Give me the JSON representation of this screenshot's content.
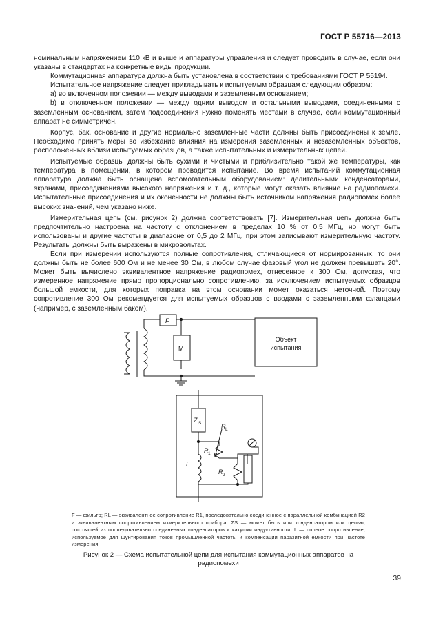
{
  "header": {
    "standard": "ГОСТ Р 55716—2013"
  },
  "paragraphs": [
    {
      "text": "номинальным напряжением 110 кВ и выше и аппаратуры управления и следует проводить в случае, если они указаны в стандартах на конкретные виды продукции.",
      "indent": false
    },
    {
      "text": "Коммутационная аппаратура должна быть установлена в соответствии с требованиями ГОСТ Р 55194.",
      "indent": true
    },
    {
      "text": "Испытательное напряжение следует прикладывать к испытуемым образцам следующим образом:",
      "indent": true
    },
    {
      "text": "а) во включенном положении — между выводами и заземленным основанием;",
      "indent": true
    },
    {
      "text": "b) в отключенном положении — между одним выводом и остальными выводами, соединенными с заземленным основанием, затем подсоединения нужно поменять местами в случае, если коммутационный аппарат не симметричен.",
      "indent": true
    },
    {
      "text": "Корпус, бак, основание и другие нормально заземленные части должны быть присоединены к земле. Необходимо принять меры во избежание влияния на измерения заземленных и незаземленных объектов, расположенных вблизи испытуемых образцов, а также испытательных и измерительных цепей.",
      "indent": true,
      "gap": true
    },
    {
      "text": "Испытуемые образцы должны быть сухими и чистыми и приблизительно такой же температуры, как температура в помещении, в котором проводится испытание. Во время испытаний коммутационная аппаратура должна быть оснащена вспомогательным оборудованием: делительными конденсаторами, экранами, присоединениями высокого напряжения и т. д., которые могут оказать влияние на радиопомехи. Испытательные присоединения и их оконечности не должны быть источником напряжения радиопомех более высоких значений, чем указано ниже.",
      "indent": true,
      "gap": true
    },
    {
      "text": "Измерительная цепь (см. рисунок 2) должна соответствовать [7]. Измерительная цепь должна быть предпочтительно настроена на частоту с отклонением в пределах 10 % от 0,5 МГц, но могут быть использованы и другие частоты в диапазоне от 0,5 до 2 МГц, при этом записывают измерительную частоту. Результаты должны быть выражены в микровольтах.",
      "indent": true,
      "gap": true
    },
    {
      "text": "Если при измерении используются полные сопротивления, отличающиеся от нормированных, то они должны быть не более 600 Ом и не менее 30 Ом, в любом случае фазовый угол не должен превышать 20°. Может быть вычислено эквивалентное напряжение радиопомех, отнесенное к 300 Ом, допуская, что измеренное напряжение прямо пропорционально сопротивлению, за исключением испытуемых образцов большой емкости, для которых поправка на этом основании может оказаться неточной. Поэтому сопротивление 300 Ом рекомендуется для испытуемых образцов с вводами с заземленными фланцами (например, с заземленным баком).",
      "indent": true
    }
  ],
  "figure": {
    "labels": {
      "filter": "F",
      "meter": "M",
      "object_line1": "Объект",
      "object_line2": "испытания",
      "zs_main": "Z",
      "zs_sub": "S",
      "rl_main": "R",
      "rl_sub": "L",
      "r1_main": "R",
      "r1_sub": "1",
      "r2_main": "R",
      "r2_sub": "2",
      "inductor": "L"
    }
  },
  "caption": {
    "notes": "F — фильтр; RL — эквивалентное сопротивление R1, последовательно соединенное с параллельной комбинацией R2 и эквивалентным сопротивлением измерительного прибора; ZS — может быть или конденсатором или цепью, состоящей из последовательно соединенных конденсаторов и катушки индуктивности; L — полное сопротивление, используемое для шунтирования токов промышленной частоты и компенсации паразитной емкости при частоте измерения",
    "title": "Рисунок 2 — Схема испытательной цепи для испытания коммутационных аппаратов на радиопомехи"
  },
  "page_number": "39"
}
